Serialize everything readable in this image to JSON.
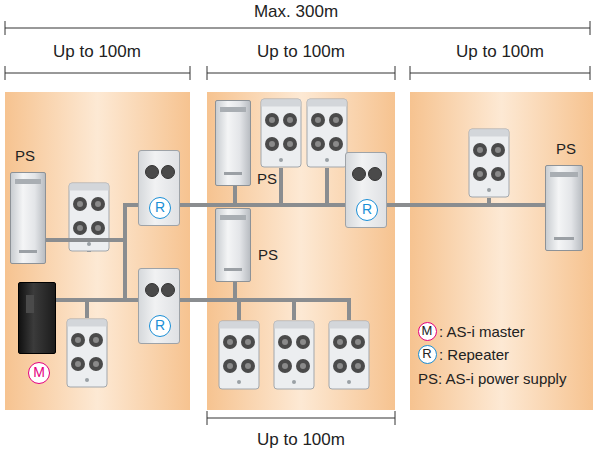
{
  "diagram": {
    "nodes": [
      {
        "text": [
          "PS"
        ]
      },
      {
        "text": [
          "M"
        ]
      },
      {
        "text": [
          "R"
        ]
      },
      {
        "text": [
          "R"
        ]
      },
      {
        "text": [
          "PS"
        ]
      },
      {
        "text": [
          "PS"
        ]
      },
      {
        "text": [
          "R"
        ]
      },
      {
        "text": [
          "PS"
        ]
      }
    ],
    "edges": [
      {
        "from": 0,
        "to": 2,
        "arrow": "none"
      },
      {
        "from": 0,
        "to": 1,
        "arrow": "none"
      },
      {
        "from": 1,
        "to": 3,
        "arrow": "none"
      },
      {
        "from": 2,
        "to": 4,
        "arrow": "none"
      },
      {
        "from": 2,
        "to": 6,
        "arrow": "none"
      },
      {
        "from": 6,
        "to": 7,
        "arrow": "none"
      },
      {
        "from": 3,
        "to": 5,
        "arrow": "none"
      }
    ],
    "labels": [
      "Max. 300m",
      "Up to 100m",
      "Up to 100m",
      "Up to 100m",
      "Up to 100m",
      "M",
      "R",
      "PS: AS-i power supply"
    ],
    "legend": [
      {
        "text": ": AS-i master"
      },
      {
        "text": ": Repeater"
      }
    ]
  }
}
